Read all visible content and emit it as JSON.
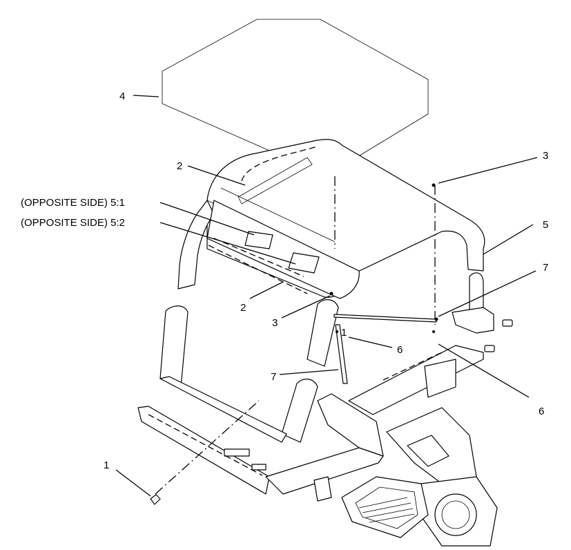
{
  "callouts": {
    "c4": "4",
    "c2_top": "2",
    "c3_right": "3",
    "opp1": "(OPPOSITE SIDE) 5:1",
    "opp2": "(OPPOSITE SIDE) 5:2",
    "c5": "5",
    "c7_right": "7",
    "c2_mid": "2",
    "c3_mid": "3",
    "c1_mid": "1",
    "c6_mid": "6",
    "c7_left": "7",
    "c6_right": "6",
    "c1_bottom": "1"
  }
}
